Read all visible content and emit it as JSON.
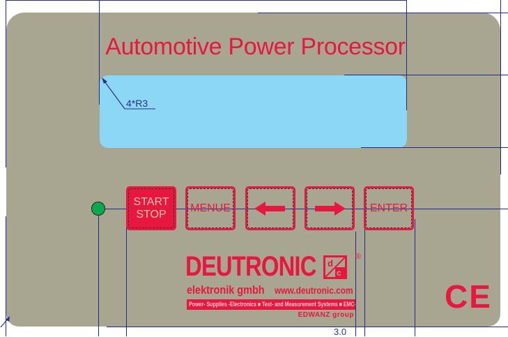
{
  "title": "Automotive Power Processor",
  "annotations": {
    "corner_radius": "4*R3",
    "bottom_dimension": "3.0"
  },
  "led": {
    "color": "#0aa84f",
    "icon": "status-led"
  },
  "keys": [
    {
      "label_line1": "START",
      "label_line2": "STOP",
      "filled": true
    },
    {
      "label": "MENUE"
    },
    {
      "icon": "arrow-left-icon"
    },
    {
      "icon": "arrow-right-icon"
    },
    {
      "label": "ENTER"
    }
  ],
  "logo": {
    "brand": "DEUTRONIC",
    "mark": "d/c",
    "registered": "®",
    "company": "elektronik gmbh",
    "website": "www.deutronic.com",
    "tagline": "Power- Supplies -Electronics ■ Test- and Measurement Systems ■ EMC-Lab",
    "group": "EDWANZ group"
  },
  "certification": "CE",
  "colors": {
    "panel": "#a8a690",
    "accent": "#e8173f",
    "display": "#8cd6f6",
    "dimension_lines": "#1f2a8f"
  }
}
